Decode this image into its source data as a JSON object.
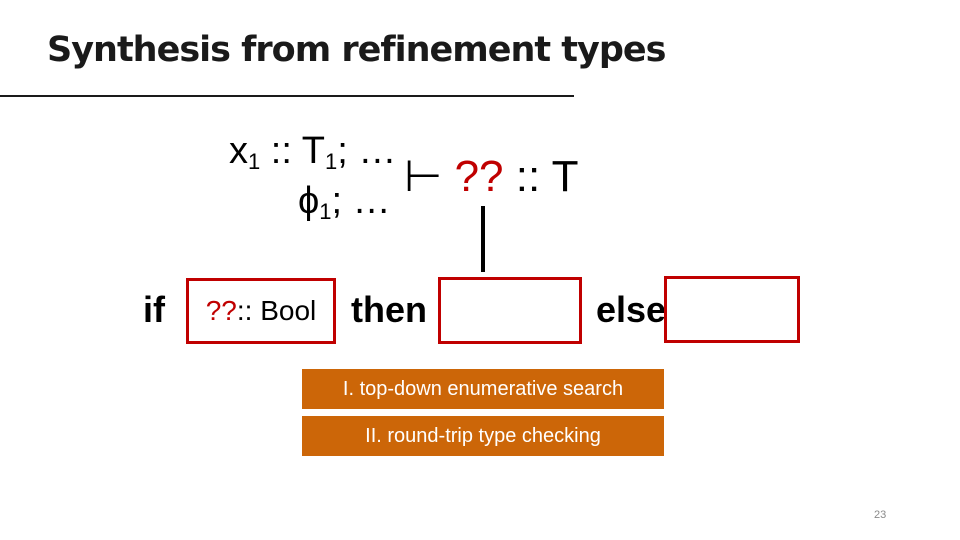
{
  "slide": {
    "title": "Synthesis from refinement types",
    "context": {
      "var": "x",
      "var_sub": "1",
      "type_sep": " :: ",
      "type": "T",
      "type_sub": "1",
      "var_rest": "; …",
      "phi": "ϕ",
      "phi_sub": "1",
      "phi_rest": "; …"
    },
    "judgment": {
      "turnstile": "⊢ ",
      "hole": "??",
      "rest": " :: T"
    },
    "conditional": {
      "if_kw": "if",
      "then_kw": "then",
      "else_kw": "else",
      "cond_hole": "??",
      "cond_type": " :: Bool"
    },
    "steps": [
      "I. top-down enumerative search",
      "II. round-trip type checking"
    ],
    "page_number": "23"
  },
  "colors": {
    "hole": "#c00000",
    "box_border": "#c00000",
    "step_bg": "#cc6608",
    "step_text": "#ffffff"
  }
}
